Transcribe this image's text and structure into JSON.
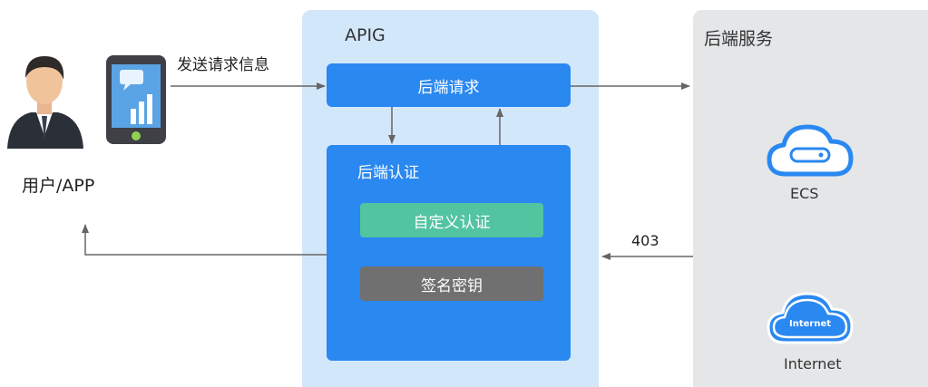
{
  "user": {
    "label": "用户/APP",
    "icon": "user-avatar-icon",
    "device_icon": "mobile-app-icon"
  },
  "flow": {
    "send_label": "发送请求信息",
    "status_label": "403"
  },
  "apig": {
    "title": "APIG",
    "request_box": "后端请求",
    "auth_box": {
      "title": "后端认证",
      "custom_auth": "自定义认证",
      "signature_key": "签名密钥"
    }
  },
  "backend": {
    "title": "后端服务",
    "ecs_label": "ECS",
    "internet_label": "Internet",
    "internet_badge": "Internet"
  },
  "colors": {
    "apig_panel": "#d3e7fb",
    "backend_panel": "#e4e6e8",
    "primary_blue": "#2a88f1",
    "custom_auth_green": "#52c4a0",
    "signature_gray": "#707070",
    "arrow": "#666666"
  }
}
